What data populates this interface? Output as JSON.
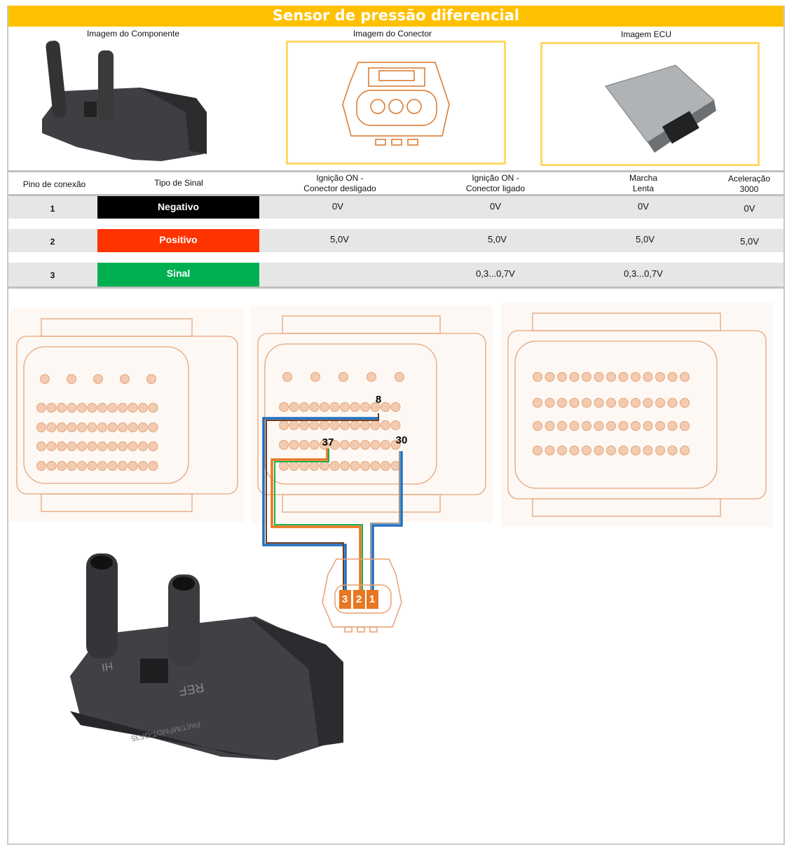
{
  "title": "Sensor de pressão diferencial",
  "captions": {
    "component": "Imagem do Componente",
    "connector": "Imagem do Conector",
    "ecu": "Imagem ECU"
  },
  "table": {
    "headers": [
      "Pino de conexão",
      "Tipo de Sinal",
      "Ignição ON -",
      "Conector desligado",
      "Ignição ON -",
      "Conector ligado",
      "Marcha",
      "Lenta",
      "Aceleração",
      "3000"
    ],
    "rows": [
      {
        "pin": "1",
        "signal": "Negativo",
        "color": "#000000",
        "v1": "0V",
        "v2": "0V",
        "v3": "0V",
        "v4": "0V"
      },
      {
        "pin": "2",
        "signal": "Positivo",
        "color": "#ff3300",
        "v1": "5,0V",
        "v2": "5,0V",
        "v3": "5,0V",
        "v4": "5,0V"
      },
      {
        "pin": "3",
        "signal": "Sinal",
        "color": "#00b050",
        "v1": "",
        "v2": "0,3...0,7V",
        "v3": "0,3...0,7V",
        "v4": ""
      }
    ]
  },
  "diagram": {
    "ecu_pins": [
      "8",
      "37",
      "30"
    ],
    "sensor_pins": [
      "3",
      "2",
      "1"
    ],
    "component_text": [
      "HI",
      "REF",
      "PA6T/MPMDT-GF35"
    ]
  }
}
